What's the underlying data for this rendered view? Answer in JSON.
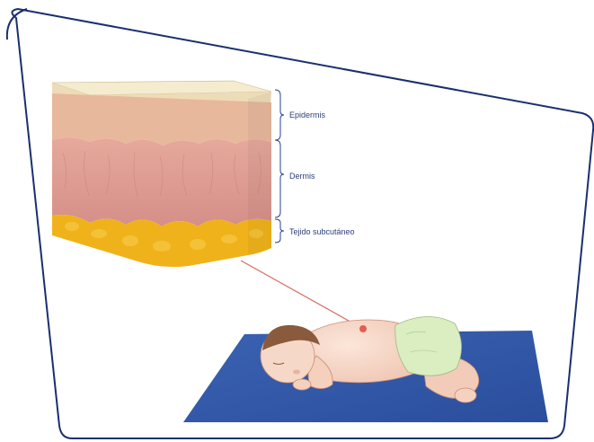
{
  "labels": {
    "epidermis": "Epidermis",
    "dermis": "Dermis",
    "subcutaneous": "Tejido subcutáneo"
  },
  "colors": {
    "frame": "#1b2f6e",
    "bracket": "#2a3f9a",
    "pointer_line": "#d86a5a",
    "epidermis_top": "#f4ecd0",
    "epidermis": "#e8b79a",
    "dermis": "#d99a8f",
    "fat": "#f0b21a",
    "mat": "#2f55a6",
    "diaper": "#dbeec2",
    "skin": "#f6d8c8",
    "hair": "#8a5a3c",
    "injection_mark": "#e0463b"
  }
}
